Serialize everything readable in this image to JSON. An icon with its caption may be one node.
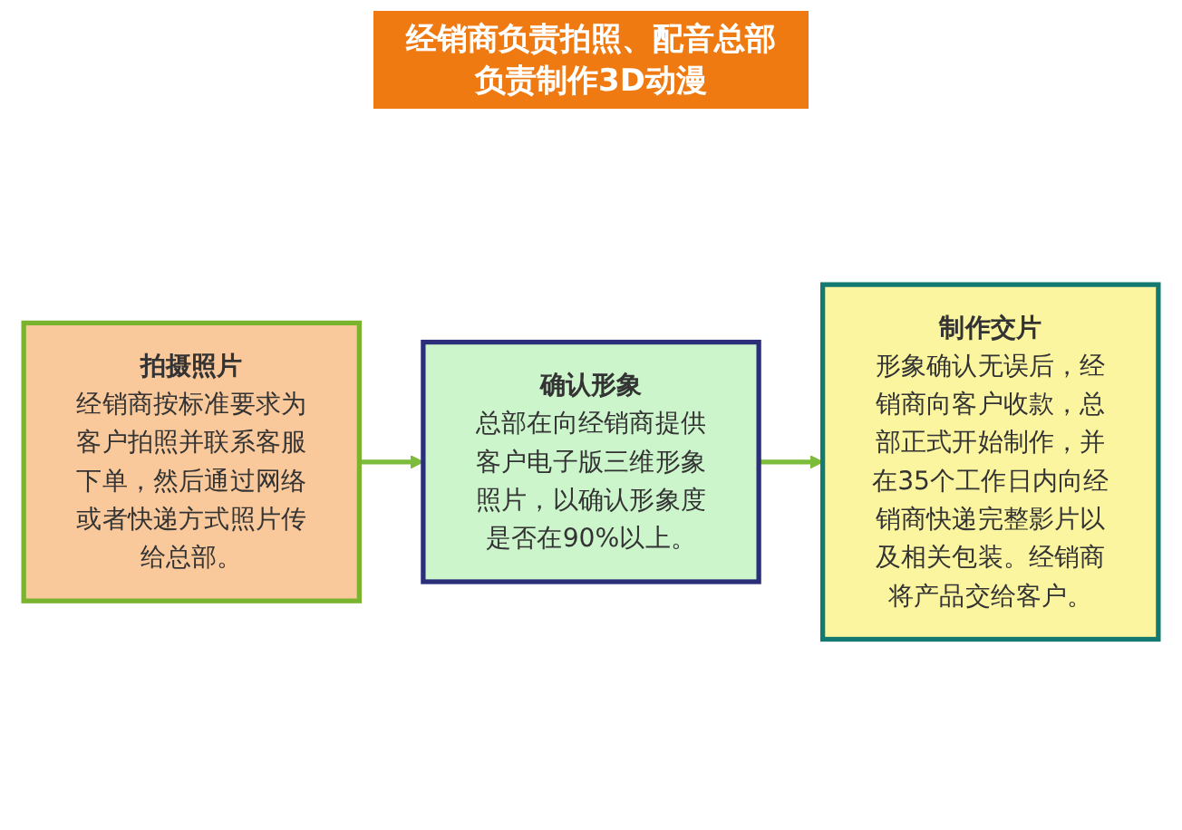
{
  "diagram": {
    "title": "经销商负责拍照、配音总部负责制作3D动漫",
    "nodes": [
      {
        "text": [
          "拍摄照片",
          "经销商按标准要求为客户拍照并联系客服下单，然后通过网络或者快递方式照片传给总部。"
        ]
      },
      {
        "text": [
          "确认形象",
          "总部在向经销商提供客户电子版三维形象照片，以确认形象度是否在90%以上。"
        ]
      },
      {
        "text": [
          "制作交片",
          "形象确认无误后，经销商向客户收款，总部正式开始制作，并在35个工作日内向经销商快递完整影片以及相关包装。经销商将产品交给客户。"
        ]
      }
    ],
    "edges": [
      {
        "from": 0,
        "to": 1,
        "arrow": "to"
      },
      {
        "from": 1,
        "to": 2,
        "arrow": "to"
      }
    ]
  }
}
